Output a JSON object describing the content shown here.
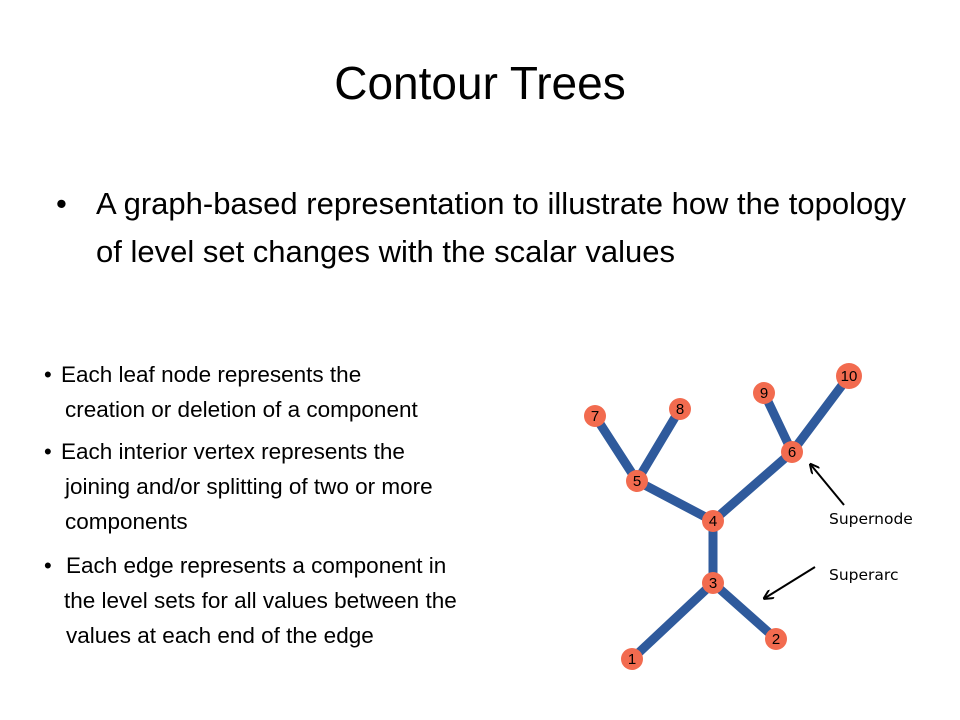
{
  "slide": {
    "title": "Contour Trees",
    "bullet": "A graph-based representation to illustrate how the topology of level set changes with the scalar values",
    "sub_bullets": [
      {
        "lines": [
          "Each leaf node represents the",
          "creation or deletion of a component"
        ]
      },
      {
        "lines": [
          "Each interior vertex represents the",
          "joining and/or splitting of two or more",
          "components"
        ]
      },
      {
        "lines": [
          " Each edge represents a component in",
          "the level sets for all values between the",
          " values at each end of the edge"
        ]
      }
    ]
  },
  "diagram": {
    "node_fill": "#f26b4f",
    "edge_color": "#2f5a9c",
    "arrow_color": "#000000",
    "nodes": [
      "1",
      "2",
      "3",
      "4",
      "5",
      "6",
      "7",
      "8",
      "9",
      "10"
    ],
    "labels": {
      "supernode": "Supernode",
      "superarc": "Superarc"
    }
  }
}
